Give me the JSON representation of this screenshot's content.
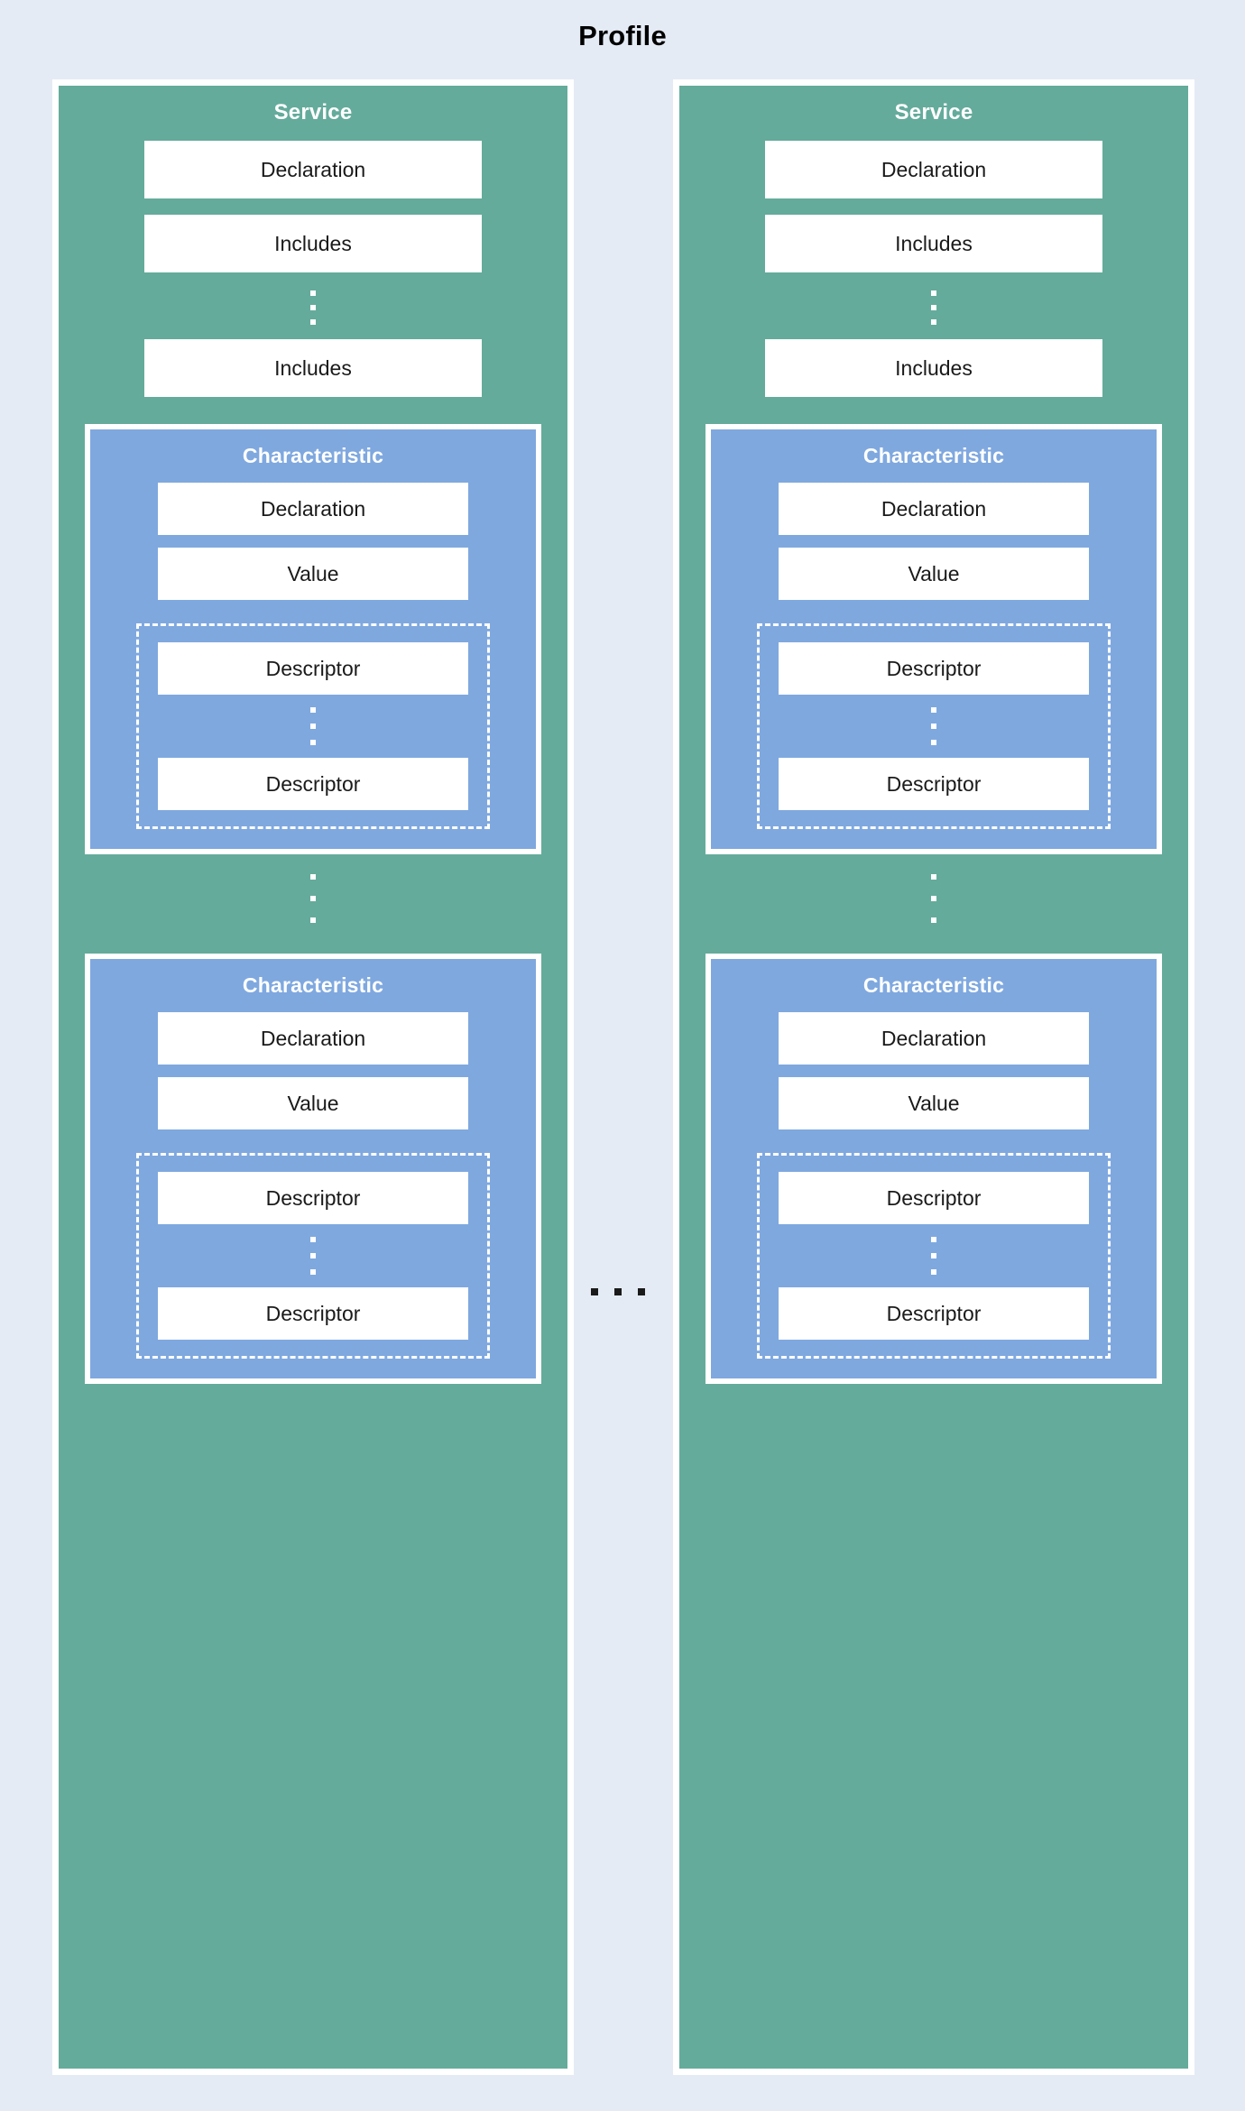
{
  "title": "Profile",
  "colors": {
    "background": "#e5ebf4",
    "service": "#64ab9b",
    "characteristic": "#7fa8df",
    "box": "#ffffff",
    "text": "#1a1a1a",
    "title_text": "#000000"
  },
  "ellipsis": {
    "between_columns": "...",
    "vertical": "⋮"
  },
  "services": [
    {
      "label": "Service",
      "items": [
        {
          "label": "Declaration"
        },
        {
          "label": "Includes"
        },
        {
          "label": "Includes"
        }
      ],
      "characteristics": [
        {
          "label": "Characteristic",
          "items": [
            {
              "label": "Declaration"
            },
            {
              "label": "Value"
            }
          ],
          "descriptors": [
            {
              "label": "Descriptor"
            },
            {
              "label": "Descriptor"
            }
          ]
        },
        {
          "label": "Characteristic",
          "items": [
            {
              "label": "Declaration"
            },
            {
              "label": "Value"
            }
          ],
          "descriptors": [
            {
              "label": "Descriptor"
            },
            {
              "label": "Descriptor"
            }
          ]
        }
      ]
    },
    {
      "label": "Service",
      "items": [
        {
          "label": "Declaration"
        },
        {
          "label": "Includes"
        },
        {
          "label": "Includes"
        }
      ],
      "characteristics": [
        {
          "label": "Characteristic",
          "items": [
            {
              "label": "Declaration"
            },
            {
              "label": "Value"
            }
          ],
          "descriptors": [
            {
              "label": "Descriptor"
            },
            {
              "label": "Descriptor"
            }
          ]
        },
        {
          "label": "Characteristic",
          "items": [
            {
              "label": "Declaration"
            },
            {
              "label": "Value"
            }
          ],
          "descriptors": [
            {
              "label": "Descriptor"
            },
            {
              "label": "Descriptor"
            }
          ]
        }
      ]
    }
  ]
}
